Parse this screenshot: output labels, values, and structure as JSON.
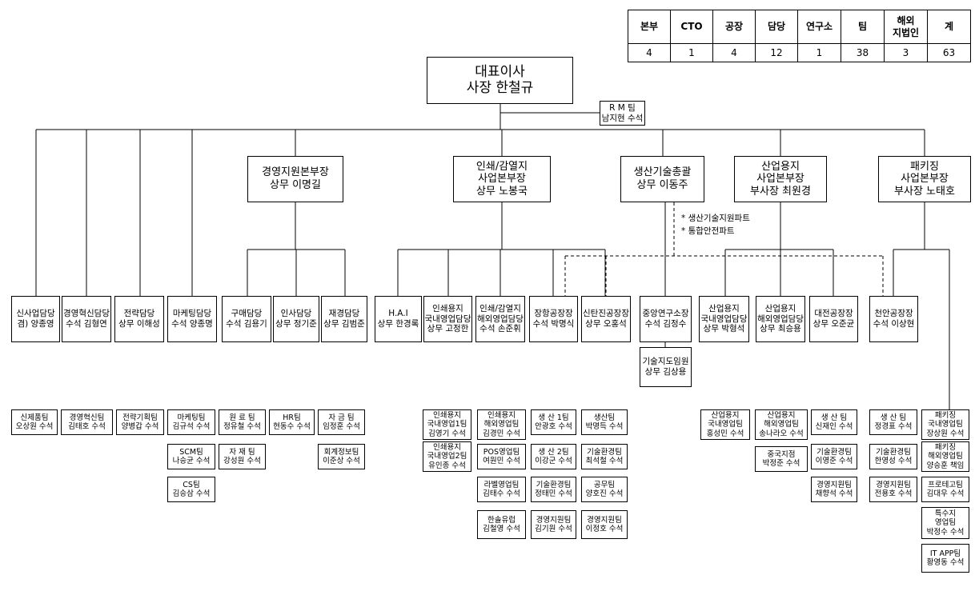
{
  "stats": {
    "headers": [
      "본부",
      "CTO",
      "공장",
      "담당",
      "연구소",
      "팀",
      "해외\n지법인",
      "계"
    ],
    "values": [
      "4",
      "1",
      "4",
      "12",
      "1",
      "38",
      "3",
      "63"
    ]
  },
  "ceo": {
    "line1": "대표이사",
    "line2": "사장 한철규"
  },
  "rm": {
    "line1": "R M 팀",
    "line2": "남지현 수석"
  },
  "notes": [
    "* 생산기술지원파트",
    "* 통합안전파트"
  ],
  "heads": {
    "mgmt": [
      "경영지원본부장",
      "상무 이명길"
    ],
    "print": [
      "인쇄/감열지",
      "사업본부장",
      "상무 노봉국"
    ],
    "prod": [
      "생산기술총괄",
      "상무 이동주"
    ],
    "ind": [
      "산업용지",
      "사업본부장",
      "부사장 최원경"
    ],
    "pack": [
      "패키징",
      "사업본부장",
      "부사장 노태호"
    ]
  },
  "units": [
    [
      "신사업담당",
      "겸) 양종영"
    ],
    [
      "경영혁신담당",
      "수석 김형연"
    ],
    [
      "전략담당",
      "상무 이해성"
    ],
    [
      "마케팅담당",
      "수석 양종명"
    ],
    [
      "구매담당",
      "수석 김용기"
    ],
    [
      "인사담당",
      "상무 정기준"
    ],
    [
      "재경담당",
      "상무 김범준"
    ],
    [
      "H.A.I",
      "상무 한경록"
    ],
    [
      "인쇄용지",
      "국내영업담당",
      "상무 고정한"
    ],
    [
      "인쇄/감열지",
      "해외영업담당",
      "수석 손준휘"
    ],
    [
      "장항공장장",
      "수석 박명식"
    ],
    [
      "신탄진공장장",
      "상무 오홍석"
    ],
    [
      "중앙연구소장",
      "수석 김정수"
    ],
    [
      "산업용지",
      "국내영업담당",
      "상무 박형석"
    ],
    [
      "산업용지",
      "해외영업담당",
      "상무 최승용"
    ],
    [
      "대전공장장",
      "상무 오준균"
    ],
    [
      "천안공장장",
      "수석 이상현"
    ]
  ],
  "advisor": [
    "기술지도임원",
    "상무 김상용"
  ],
  "teams": {
    "t1": [
      "신제품팀",
      "오상원 수석"
    ],
    "t2": [
      "경영혁신팀",
      "김태호 수석"
    ],
    "t3": [
      "전략기획팀",
      "양병갑 수석"
    ],
    "t4a": [
      "마케팅팀",
      "김규석 수석"
    ],
    "t4b": [
      "SCM팀",
      "나승균 수석"
    ],
    "t4c": [
      "CS팀",
      "김승삼 수석"
    ],
    "t5a": [
      "원 료 팀",
      "정유철 수석"
    ],
    "t5b": [
      "자 재 팀",
      "강성원 수석"
    ],
    "t6": [
      "HR팀",
      "현동수 수석"
    ],
    "t7a": [
      "자 금 팀",
      "임정훈 수석"
    ],
    "t7b": [
      "회계정보팀",
      "이준상 수석"
    ],
    "t9a": [
      "인쇄용지",
      "국내영업1팀",
      "김영기 수석"
    ],
    "t9b": [
      "인쇄용지",
      "국내영업2팀",
      "유인종 수석"
    ],
    "t10a": [
      "인쇄용지",
      "해외영업팀",
      "김경민 수석"
    ],
    "t10b": [
      "POS영업팀",
      "여원민 수석"
    ],
    "t10c": [
      "라벨영업팀",
      "김태수 수석"
    ],
    "t10d": [
      "한솔유럽",
      "김철영 수석"
    ],
    "t11a": [
      "생 산 1팀",
      "안광호 수석"
    ],
    "t11b": [
      "생 산 2팀",
      "이강군 수석"
    ],
    "t11c": [
      "기술환경팀",
      "정태민 수석"
    ],
    "t11d": [
      "경영지원팀",
      "김기원 수석"
    ],
    "t12a": [
      "생산팀",
      "박명득 수석"
    ],
    "t12b": [
      "기술환경팀",
      "최석철 수석"
    ],
    "t12c": [
      "공무팀",
      "양호진 수석"
    ],
    "t12d": [
      "경영지원팀",
      "이정호 수석"
    ],
    "t14": [
      "산업용지",
      "국내영업팀",
      "홍성민 수석"
    ],
    "t15a": [
      "산업용지",
      "해외영업팀",
      "송나라오 수석"
    ],
    "t15b": [
      "중국지점",
      "박정준 수석"
    ],
    "t16a": [
      "생 산 팀",
      "신재인 수석"
    ],
    "t16b": [
      "기술환경팀",
      "이영준 수석"
    ],
    "t16c": [
      "경영지원팀",
      "채향석 수석"
    ],
    "t17a": [
      "생 산 팀",
      "정경표 수석"
    ],
    "t17b": [
      "기술환경팀",
      "한영성 수석"
    ],
    "t17c": [
      "경영지원팀",
      "전용호 수석"
    ],
    "t18a": [
      "패키징",
      "국내영업팀",
      "장상원 수석"
    ],
    "t18b": [
      "패키징",
      "해외영업팀",
      "양승훈 책임"
    ],
    "t18c": [
      "프로테고팀",
      "김대우 수석"
    ],
    "t18d": [
      "특수지",
      "영업팀",
      "박정수 수석"
    ],
    "t18e": [
      "IT APP팀",
      "황영동 수석"
    ]
  }
}
